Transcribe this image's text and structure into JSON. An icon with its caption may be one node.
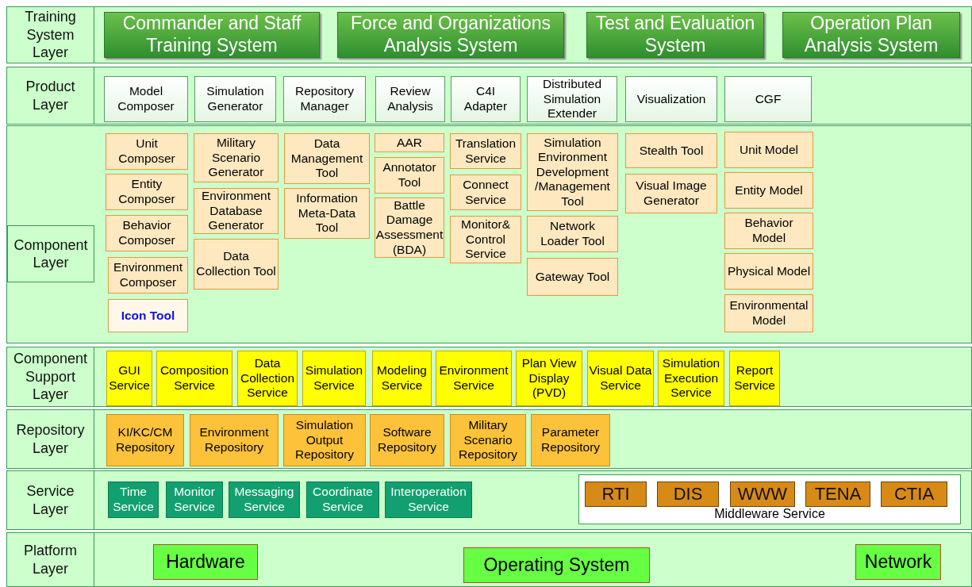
{
  "diagram": {
    "nodes": [
      {
        "text": [
          "Training System Layer"
        ]
      },
      {
        "text": [
          "Commander and Staff Training System"
        ],
        "in": 0
      },
      {
        "text": [
          "Force and Organizations Analysis System"
        ],
        "in": 0
      },
      {
        "text": [
          "Test and Evaluation System"
        ],
        "in": 0
      },
      {
        "text": [
          "Operation Plan Analysis System"
        ],
        "in": 0
      },
      {
        "text": [
          "Product Layer"
        ]
      },
      {
        "text": [
          "Model Composer"
        ],
        "in": 5
      },
      {
        "text": [
          "Simulation Generator"
        ],
        "in": 5
      },
      {
        "text": [
          "Repository Manager"
        ],
        "in": 5
      },
      {
        "text": [
          "Review Analysis"
        ],
        "in": 5
      },
      {
        "text": [
          "C4I Adapter"
        ],
        "in": 5
      },
      {
        "text": [
          "Distributed Simulation Extender"
        ],
        "in": 5
      },
      {
        "text": [
          "Visualization"
        ],
        "in": 5
      },
      {
        "text": [
          "CGF"
        ],
        "in": 5
      },
      {
        "text": [
          "Component Layer"
        ]
      },
      {
        "text": [
          "Unit Composer"
        ],
        "in": 14
      },
      {
        "text": [
          "Entity Composer"
        ],
        "in": 14
      },
      {
        "text": [
          "Behavior Composer"
        ],
        "in": 14
      },
      {
        "text": [
          "Environment Composer"
        ],
        "in": 14
      },
      {
        "text": [
          "Icon Tool"
        ],
        "in": 14
      },
      {
        "text": [
          "Military Scenario Generator"
        ],
        "in": 14
      },
      {
        "text": [
          "Environment Database Generator"
        ],
        "in": 14
      },
      {
        "text": [
          "Data Collection Tool"
        ],
        "in": 14
      },
      {
        "text": [
          "Data Management Tool"
        ],
        "in": 14
      },
      {
        "text": [
          "Information Meta-Data Tool"
        ],
        "in": 14
      },
      {
        "text": [
          "AAR"
        ],
        "in": 14
      },
      {
        "text": [
          "Annotator Tool"
        ],
        "in": 14
      },
      {
        "text": [
          "Battle Damage Assessment (BDA)"
        ],
        "in": 14
      },
      {
        "text": [
          "Translation Service"
        ],
        "in": 14
      },
      {
        "text": [
          "Connect Service"
        ],
        "in": 14
      },
      {
        "text": [
          "Monitor& Control Service"
        ],
        "in": 14
      },
      {
        "text": [
          "Simulation Environment Development /Management Tool"
        ],
        "in": 14
      },
      {
        "text": [
          "Network Loader Tool"
        ],
        "in": 14
      },
      {
        "text": [
          "Gateway Tool"
        ],
        "in": 14
      },
      {
        "text": [
          "Stealth Tool"
        ],
        "in": 14
      },
      {
        "text": [
          "Visual Image Generator"
        ],
        "in": 14
      },
      {
        "text": [
          "Unit Model"
        ],
        "in": 14
      },
      {
        "text": [
          "Entity Model"
        ],
        "in": 14
      },
      {
        "text": [
          "Behavior Model"
        ],
        "in": 14
      },
      {
        "text": [
          "Physical Model"
        ],
        "in": 14
      },
      {
        "text": [
          "Environmental Model"
        ],
        "in": 14
      },
      {
        "text": [
          "Component Support Layer"
        ]
      },
      {
        "text": [
          "GUI Service"
        ],
        "in": 41
      },
      {
        "text": [
          "Composition Service"
        ],
        "in": 41
      },
      {
        "text": [
          "Data Collection Service"
        ],
        "in": 41
      },
      {
        "text": [
          "Simulation Service"
        ],
        "in": 41
      },
      {
        "text": [
          "Modeling Service"
        ],
        "in": 41
      },
      {
        "text": [
          "Environment Service"
        ],
        "in": 41
      },
      {
        "text": [
          "Plan View Display (PVD)"
        ],
        "in": 41
      },
      {
        "text": [
          "Visual Data Service"
        ],
        "in": 41
      },
      {
        "text": [
          "Simulation Execution Service"
        ],
        "in": 41
      },
      {
        "text": [
          "Report Service"
        ],
        "in": 41
      },
      {
        "text": [
          "Repository Layer"
        ]
      },
      {
        "text": [
          "KI/KC/CM Repository"
        ],
        "in": 52
      },
      {
        "text": [
          "Environment Repository"
        ],
        "in": 52
      },
      {
        "text": [
          "Simulation Output Repository"
        ],
        "in": 52
      },
      {
        "text": [
          "Software Repository"
        ],
        "in": 52
      },
      {
        "text": [
          "Military Scenario Repository"
        ],
        "in": 52
      },
      {
        "text": [
          "Parameter Repository"
        ],
        "in": 52
      },
      {
        "text": [
          "Service Layer"
        ]
      },
      {
        "text": [
          "Time Service"
        ],
        "in": 59
      },
      {
        "text": [
          "Monitor Service"
        ],
        "in": 59
      },
      {
        "text": [
          "Messaging Service"
        ],
        "in": 59
      },
      {
        "text": [
          "Coordinate Service"
        ],
        "in": 59
      },
      {
        "text": [
          "Interoperation Service"
        ],
        "in": 59
      },
      {
        "text": [
          "Middleware Service"
        ],
        "in": 59
      },
      {
        "text": [
          "RTI"
        ],
        "in": 65
      },
      {
        "text": [
          "DIS"
        ],
        "in": 65
      },
      {
        "text": [
          "WWW"
        ],
        "in": 65
      },
      {
        "text": [
          "TENA"
        ],
        "in": 65
      },
      {
        "text": [
          "CTIA"
        ],
        "in": 65
      },
      {
        "text": [
          "Platform Layer"
        ]
      },
      {
        "text": [
          "Hardware"
        ],
        "in": 71
      },
      {
        "text": [
          "Operating System"
        ],
        "in": 71
      },
      {
        "text": [
          "Network"
        ],
        "in": 71
      }
    ]
  }
}
